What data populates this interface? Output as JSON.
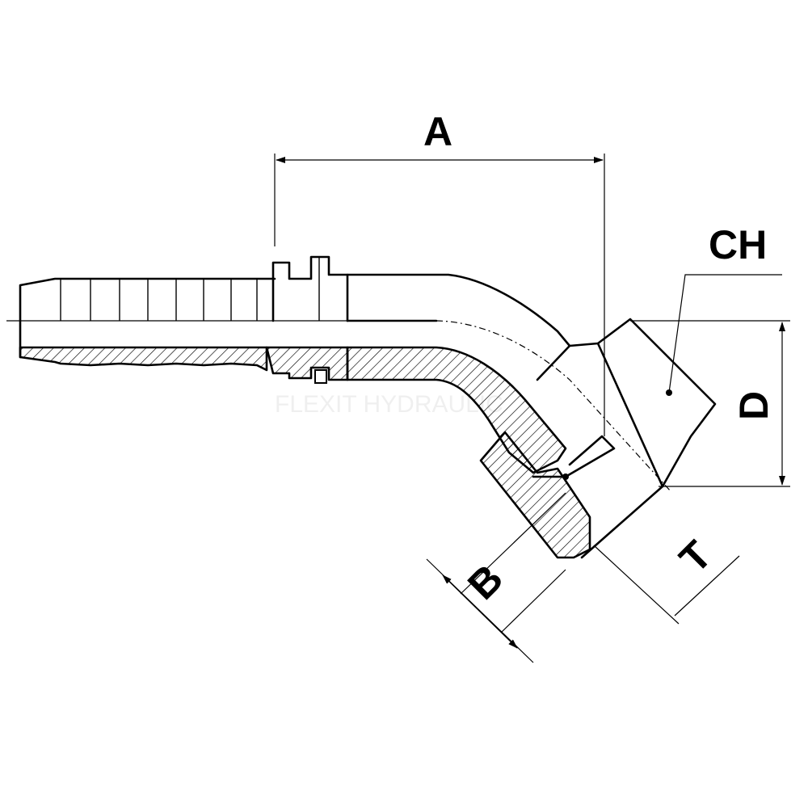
{
  "labels": {
    "a": "A",
    "b": "B",
    "ch": "CH",
    "d": "D",
    "t": "T"
  },
  "watermark": "FLEXIT HYDRAULIC"
}
